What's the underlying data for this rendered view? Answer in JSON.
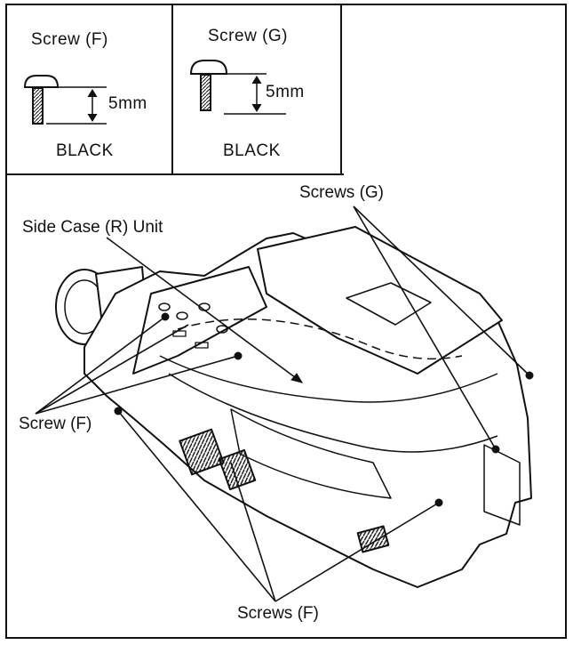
{
  "screw_f": {
    "title": "Screw (F)",
    "length": "5mm",
    "color": "BLACK"
  },
  "screw_g": {
    "title": "Screw (G)",
    "length": "5mm",
    "color": "BLACK"
  },
  "labels": {
    "screws_g": "Screws (G)",
    "side_case": "Side Case (R) Unit",
    "screw_f": "Screw (F)",
    "screws_f": "Screws (F)"
  }
}
